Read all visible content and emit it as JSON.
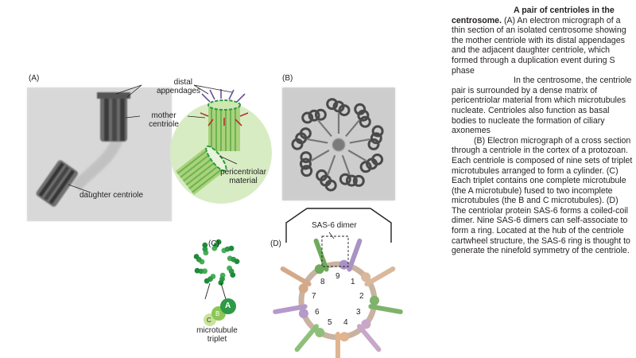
{
  "panels": {
    "a": "(A)",
    "b": "(B)",
    "c": "(C)",
    "d": "(D)"
  },
  "labels": {
    "distal": "distal",
    "appendages": "appendages",
    "mother": "mother",
    "centriole": "centriole",
    "daughter_centriole": "daughter centriole",
    "pericentriolar": "pericentriolar",
    "material": "material",
    "sas6_dimer": "SAS-6 dimer",
    "microtubule": "microtubule",
    "triplet": "triplet",
    "tubule_a": "A",
    "tubule_b": "B",
    "tubule_c": "C"
  },
  "ring_numbers": [
    "1",
    "2",
    "3",
    "4",
    "5",
    "6",
    "7",
    "8",
    "9"
  ],
  "caption": {
    "title_line1": "A pair of centrioles in the",
    "title_line2": "centrosome.",
    "para_a": "(A) An electron micrograph of a thin section of an isolated centrosome showing the mother centriole with its distal appendages and the adjacent daughter centriole, which formed through a duplication event during S phase",
    "para_b": "In the centrosome, the centriole pair is surrounded by a dense matrix of pericentriolar material from which microtubules nucleate. Centrioles also function as basal bodies to nucleate the formation of ciliary axonemes",
    "para_c": "(B) Electron micrograph of a cross section through a centriole in the cortex of a protozoan. Each centriole is composed of nine sets of triplet microtubules arranged to form a cylinder. (C) Each triplet contains one complete microtubule (the A microtubule) fused to two incomplete microtubules (the B and C microtubules). (D) The centriolar protein SAS-6 forms a coiled-coil dimer. Nine SAS-6 dimers can self-associate to form a ring. Located at the hub of the centriole cartwheel structure, the SAS-6 ring is thought to generate the ninefold symmetry of the centriole."
  },
  "colors": {
    "green_dark": "#2e9a45",
    "green_light": "#b8d88a",
    "halo": "#d6ebc2",
    "micrograph_bg": "#d9d9d9"
  }
}
